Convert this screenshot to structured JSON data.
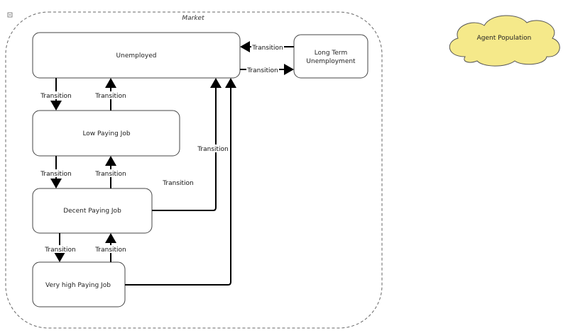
{
  "container": {
    "label": "Market",
    "collapse_icon": "minus-box-icon"
  },
  "nodes": {
    "unemployed": {
      "label": "Unemployed"
    },
    "long_term": {
      "label_line1": "Long Term",
      "label_line2": "Unemployment"
    },
    "low_paying": {
      "label": "Low Paying Job"
    },
    "decent_paying": {
      "label": "Decent Paying Job"
    },
    "very_high_paying": {
      "label": "Very high Paying Job"
    },
    "agent_population": {
      "label": "Agent Population"
    }
  },
  "edge_label": "Transition",
  "colors": {
    "cloud_fill": "#f5e98a",
    "cloud_stroke": "#555555",
    "box_stroke": "#444444",
    "arrow": "#000000"
  }
}
